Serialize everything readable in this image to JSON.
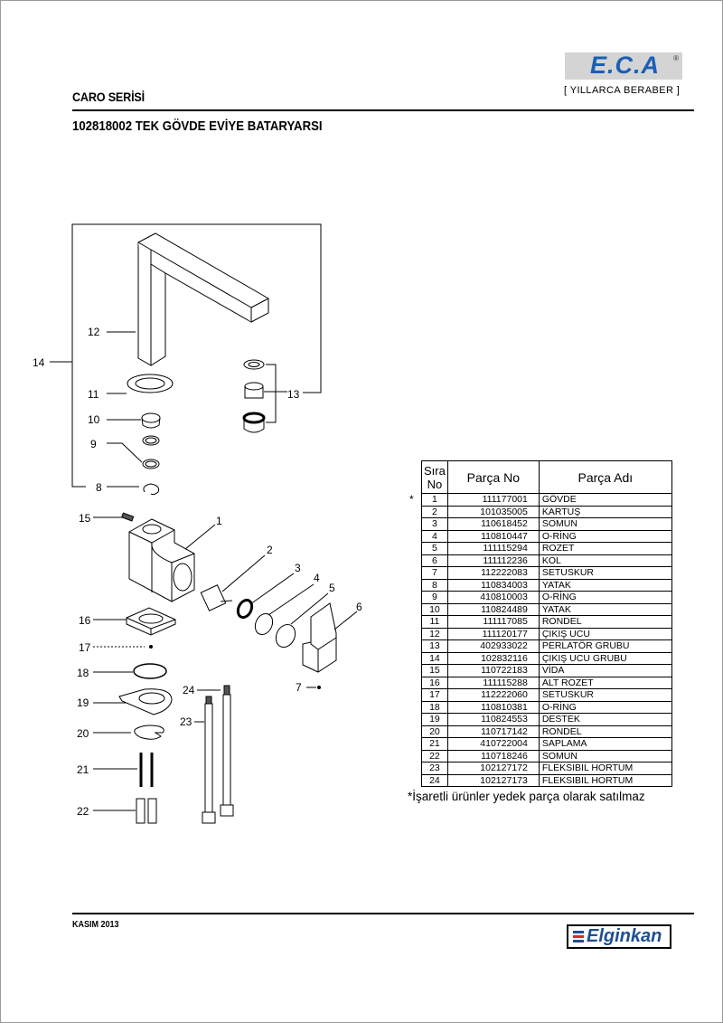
{
  "header": {
    "series": "CARO SERİSİ",
    "title": "102818002 TEK GÖVDE EVİYE BATARYARSI",
    "brand_logo": "E.C.A",
    "brand_tagline": "[ YILLARCA BERABER ]",
    "brand_color": "#1a5fb4"
  },
  "diagram": {
    "callouts": {
      "c1": "1",
      "c2": "2",
      "c3": "3",
      "c4": "4",
      "c5": "5",
      "c6": "6",
      "c7": "7",
      "c8": "8",
      "c9": "9",
      "c10": "10",
      "c11": "11",
      "c12": "12",
      "c13": "13",
      "c14": "14",
      "c15": "15",
      "c16": "16",
      "c17": "17",
      "c18": "18",
      "c19": "19",
      "c20": "20",
      "c21": "21",
      "c22": "22",
      "c23": "23",
      "c24": "24"
    }
  },
  "table": {
    "headers": {
      "sira_line1": "Sıra",
      "sira_line2": "No",
      "parca_no": "Parça No",
      "parca_adi": "Parça Adı"
    },
    "marker": "*",
    "rows": [
      {
        "no": "1",
        "pno": "111177001",
        "name": "GÖVDE"
      },
      {
        "no": "2",
        "pno": "101035005",
        "name": "KARTUŞ"
      },
      {
        "no": "3",
        "pno": "110618452",
        "name": "SOMUN"
      },
      {
        "no": "4",
        "pno": "110810447",
        "name": "O-RİNG"
      },
      {
        "no": "5",
        "pno": "111115294",
        "name": "ROZET"
      },
      {
        "no": "6",
        "pno": "111112236",
        "name": "KOL"
      },
      {
        "no": "7",
        "pno": "112222083",
        "name": "SETUSKUR"
      },
      {
        "no": "8",
        "pno": "110834003",
        "name": "YATAK"
      },
      {
        "no": "9",
        "pno": "410810003",
        "name": "O-RİNG"
      },
      {
        "no": "10",
        "pno": "110824489",
        "name": "YATAK"
      },
      {
        "no": "11",
        "pno": "111117085",
        "name": "RONDEL"
      },
      {
        "no": "12",
        "pno": "111120177",
        "name": "ÇIKIŞ UCU"
      },
      {
        "no": "13",
        "pno": "402933022",
        "name": "PERLATÖR GRUBU"
      },
      {
        "no": "14",
        "pno": "102832116",
        "name": "ÇIKIŞ UCU GRUBU"
      },
      {
        "no": "15",
        "pno": "110722183",
        "name": "VİDA"
      },
      {
        "no": "16",
        "pno": "111115288",
        "name": "ALT ROZET"
      },
      {
        "no": "17",
        "pno": "112222060",
        "name": "SETUSKUR"
      },
      {
        "no": "18",
        "pno": "110810381",
        "name": "O-RİNG"
      },
      {
        "no": "19",
        "pno": "110824553",
        "name": "DESTEK"
      },
      {
        "no": "20",
        "pno": "110717142",
        "name": "RONDEL"
      },
      {
        "no": "21",
        "pno": "410722004",
        "name": "SAPLAMA"
      },
      {
        "no": "22",
        "pno": "110718246",
        "name": "SOMUN"
      },
      {
        "no": "23",
        "pno": "102127172",
        "name": "FLEKSIBIL HORTUM"
      },
      {
        "no": "24",
        "pno": "102127173",
        "name": "FLEKSIBIL HORTUM"
      }
    ],
    "footnote": "*İşaretli ürünler yedek parça olarak satılmaz"
  },
  "footer": {
    "date": "KASIM 2013",
    "company_logo": "Elginkan",
    "company_color": "#1e4f93"
  }
}
